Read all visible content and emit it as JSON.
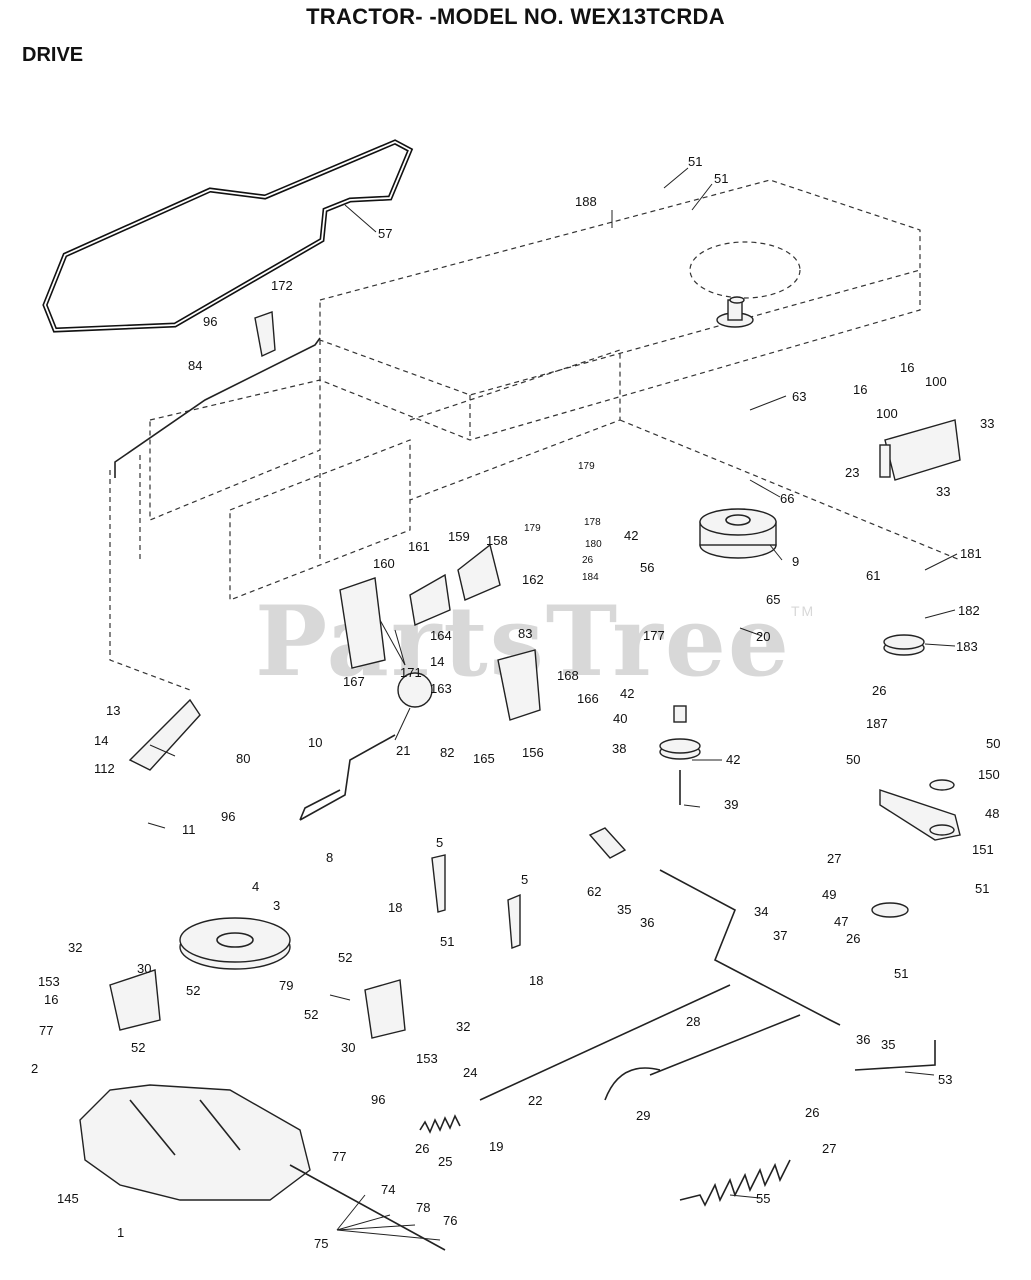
{
  "title": "TRACTOR- -MODEL NO. WEX13TCRDA",
  "section": "DRIVE",
  "watermark": "PartsTree",
  "watermark_mark": "TM",
  "callouts": [
    {
      "label": "51"
    },
    {
      "label": "51"
    },
    {
      "label": "188"
    },
    {
      "label": "57"
    },
    {
      "label": "172"
    },
    {
      "label": "96"
    },
    {
      "label": "84"
    },
    {
      "label": "63"
    },
    {
      "label": "16"
    },
    {
      "label": "16"
    },
    {
      "label": "100"
    },
    {
      "label": "100"
    },
    {
      "label": "33"
    },
    {
      "label": "23"
    },
    {
      "label": "33"
    },
    {
      "label": "179"
    },
    {
      "label": "178"
    },
    {
      "label": "179"
    },
    {
      "label": "180"
    },
    {
      "label": "26"
    },
    {
      "label": "184"
    },
    {
      "label": "66"
    },
    {
      "label": "42"
    },
    {
      "label": "56"
    },
    {
      "label": "9"
    },
    {
      "label": "161"
    },
    {
      "label": "159"
    },
    {
      "label": "158"
    },
    {
      "label": "160"
    },
    {
      "label": "162"
    },
    {
      "label": "61"
    },
    {
      "label": "181"
    },
    {
      "label": "65"
    },
    {
      "label": "182"
    },
    {
      "label": "20"
    },
    {
      "label": "183"
    },
    {
      "label": "164"
    },
    {
      "label": "83"
    },
    {
      "label": "14"
    },
    {
      "label": "177"
    },
    {
      "label": "171"
    },
    {
      "label": "167"
    },
    {
      "label": "163"
    },
    {
      "label": "168"
    },
    {
      "label": "42"
    },
    {
      "label": "166"
    },
    {
      "label": "26"
    },
    {
      "label": "187"
    },
    {
      "label": "40"
    },
    {
      "label": "13"
    },
    {
      "label": "10"
    },
    {
      "label": "82"
    },
    {
      "label": "165"
    },
    {
      "label": "156"
    },
    {
      "label": "38"
    },
    {
      "label": "42"
    },
    {
      "label": "50"
    },
    {
      "label": "50"
    },
    {
      "label": "14"
    },
    {
      "label": "21"
    },
    {
      "label": "112"
    },
    {
      "label": "80"
    },
    {
      "label": "150"
    },
    {
      "label": "39"
    },
    {
      "label": "96"
    },
    {
      "label": "11"
    },
    {
      "label": "48"
    },
    {
      "label": "8"
    },
    {
      "label": "151"
    },
    {
      "label": "27"
    },
    {
      "label": "5"
    },
    {
      "label": "62"
    },
    {
      "label": "4"
    },
    {
      "label": "3"
    },
    {
      "label": "5"
    },
    {
      "label": "35"
    },
    {
      "label": "36"
    },
    {
      "label": "34"
    },
    {
      "label": "49"
    },
    {
      "label": "51"
    },
    {
      "label": "18"
    },
    {
      "label": "47"
    },
    {
      "label": "37"
    },
    {
      "label": "51"
    },
    {
      "label": "26"
    },
    {
      "label": "32"
    },
    {
      "label": "30"
    },
    {
      "label": "18"
    },
    {
      "label": "51"
    },
    {
      "label": "153"
    },
    {
      "label": "52"
    },
    {
      "label": "79"
    },
    {
      "label": "52"
    },
    {
      "label": "16"
    },
    {
      "label": "52"
    },
    {
      "label": "28"
    },
    {
      "label": "36"
    },
    {
      "label": "35"
    },
    {
      "label": "52"
    },
    {
      "label": "32"
    },
    {
      "label": "77"
    },
    {
      "label": "30"
    },
    {
      "label": "153"
    },
    {
      "label": "2"
    },
    {
      "label": "24"
    },
    {
      "label": "22"
    },
    {
      "label": "53"
    },
    {
      "label": "96"
    },
    {
      "label": "29"
    },
    {
      "label": "26"
    },
    {
      "label": "19"
    },
    {
      "label": "27"
    },
    {
      "label": "25"
    },
    {
      "label": "26"
    },
    {
      "label": "77"
    },
    {
      "label": "145"
    },
    {
      "label": "74"
    },
    {
      "label": "55"
    },
    {
      "label": "78"
    },
    {
      "label": "1"
    },
    {
      "label": "76"
    },
    {
      "label": "75"
    }
  ]
}
